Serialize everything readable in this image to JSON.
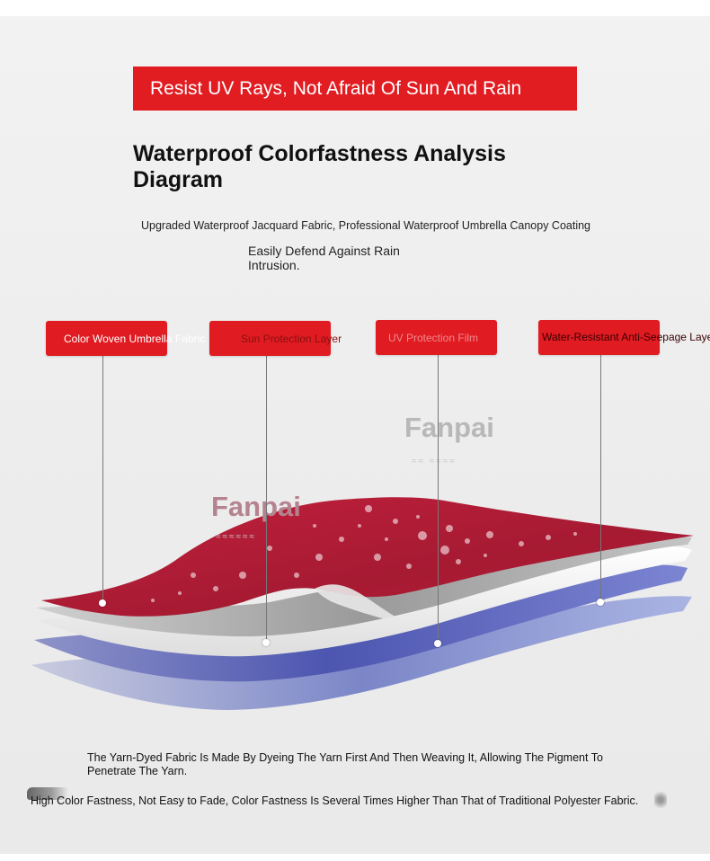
{
  "banner": {
    "text": "Resist UV Rays, Not Afraid Of Sun And Rain"
  },
  "heading": {
    "title": "Waterproof Colorfastness Analysis Diagram"
  },
  "subtitle": "Upgraded Waterproof Jacquard Fabric, Professional Waterproof Umbrella Canopy Coating",
  "tagline": "Easily Defend Against Rain Intrusion.",
  "layers": [
    {
      "label": "Color Woven Umbrella Fabric"
    },
    {
      "label": "Sun Protection Layer"
    },
    {
      "label": "UV Protection Film"
    },
    {
      "label": "Water-Resistant Anti-Seepage Layer"
    }
  ],
  "watermarks": {
    "primary": "Fanpai",
    "secondary": "Fanpai"
  },
  "captions": {
    "yarn_dyed": "The Yarn-Dyed Fabric Is Made By Dyeing The Yarn First And Then Weaving It, Allowing The Pigment To Penetrate The Yarn.",
    "fastness": "High Color Fastness, Not Easy to Fade, Color Fastness Is Several Times Higher Than That of Traditional Polyester Fabric."
  },
  "colors": {
    "banner_red": "#e11d22",
    "fabric_red": "#b01c35",
    "blue_layer": "#5a63b8"
  }
}
